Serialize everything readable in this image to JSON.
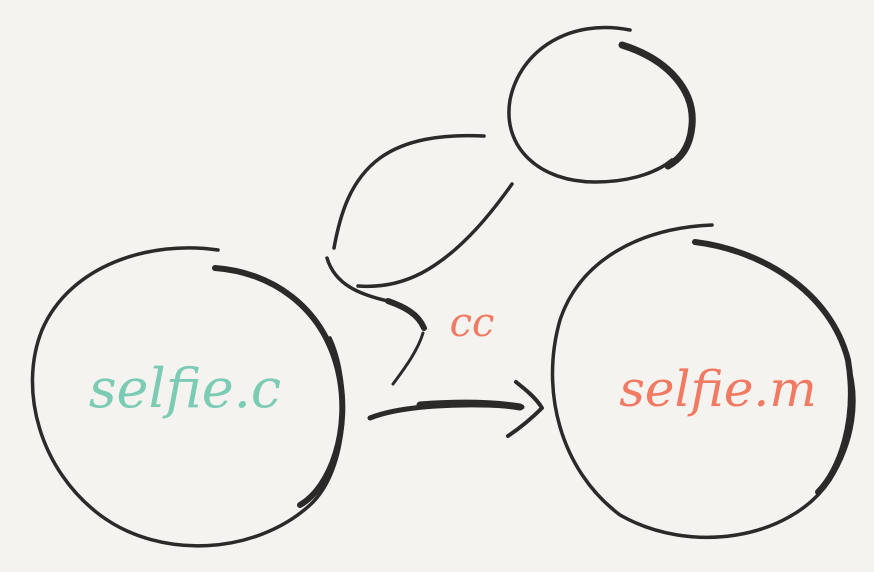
{
  "nodes": {
    "source": {
      "label": "selfie.c"
    },
    "target": {
      "label": "selfie.m"
    }
  },
  "edge": {
    "label": "cc"
  },
  "colors": {
    "background": "#f4f3f0",
    "ink": "#2b2a28",
    "source_label": "#7ccbb5",
    "target_label": "#f27a62",
    "edge_label": "#f27a62"
  }
}
